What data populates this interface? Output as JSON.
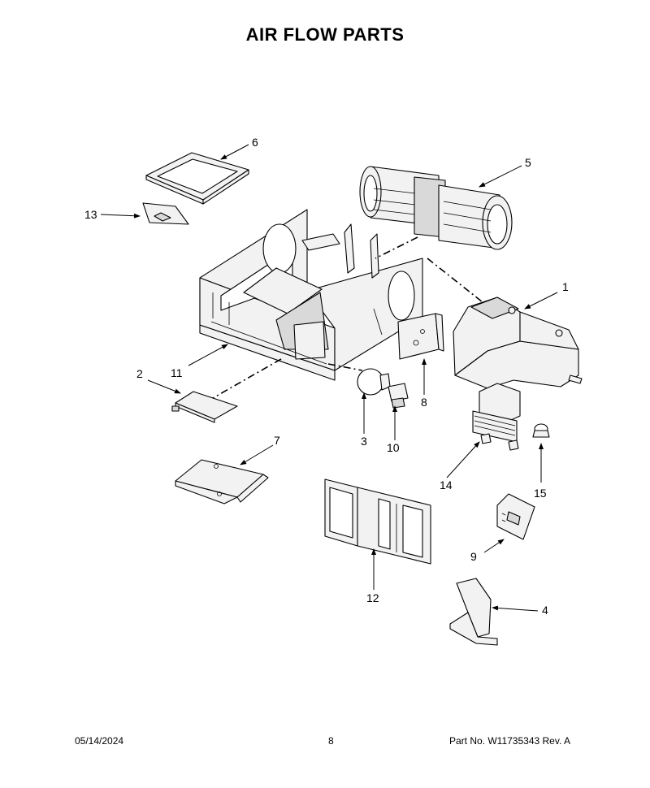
{
  "title": "AIR FLOW PARTS",
  "callouts": {
    "c1": "1",
    "c2": "2",
    "c3": "3",
    "c4": "4",
    "c5": "5",
    "c6": "6",
    "c7": "7",
    "c8": "8",
    "c9": "9",
    "c10": "10",
    "c11": "11",
    "c12": "12",
    "c13": "13",
    "c14": "14",
    "c15": "15"
  },
  "footer": {
    "date": "05/14/2024",
    "page": "8",
    "part_no": "Part No.  W11735343  Rev.  A"
  }
}
